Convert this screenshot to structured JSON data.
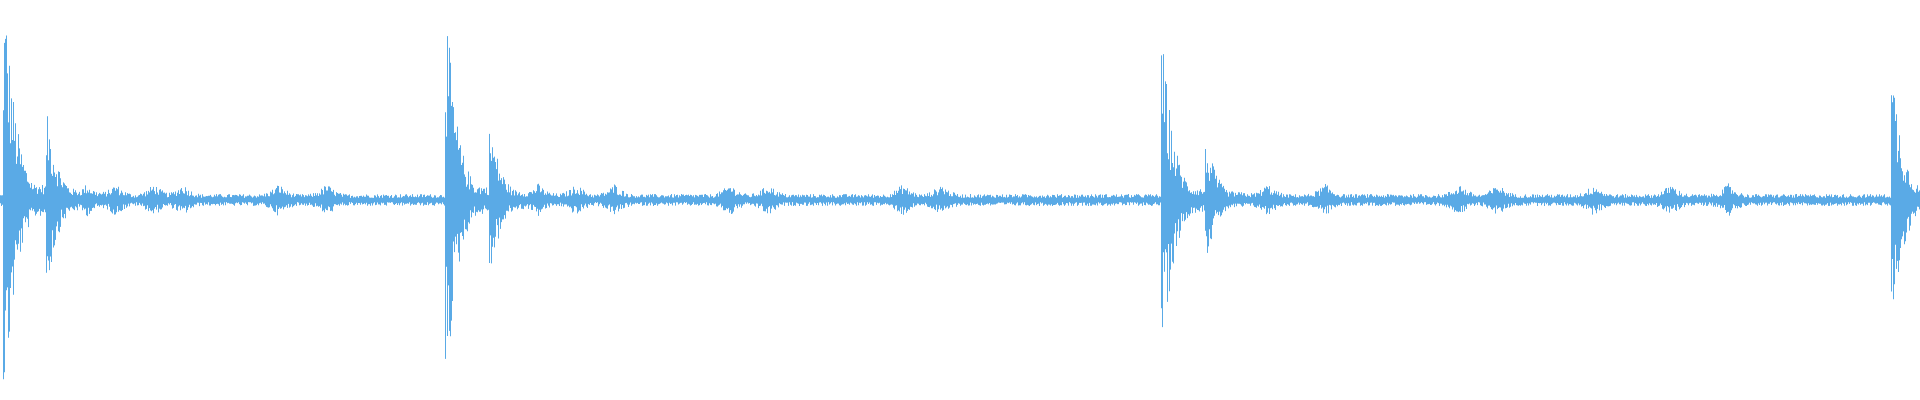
{
  "waveform": {
    "color": "#5aaae6",
    "background": "#ffffff",
    "duration_fraction_of_view": 1.0,
    "transients": [
      {
        "position": 0.003,
        "amplitude": 0.97
      },
      {
        "position": 0.025,
        "amplitude": 0.42
      },
      {
        "position": 0.233,
        "amplitude": 0.88
      },
      {
        "position": 0.256,
        "amplitude": 0.35
      },
      {
        "position": 0.606,
        "amplitude": 0.74
      },
      {
        "position": 0.629,
        "amplitude": 0.27
      },
      {
        "position": 0.986,
        "amplitude": 0.63
      }
    ],
    "noise_floor": 0.03
  }
}
